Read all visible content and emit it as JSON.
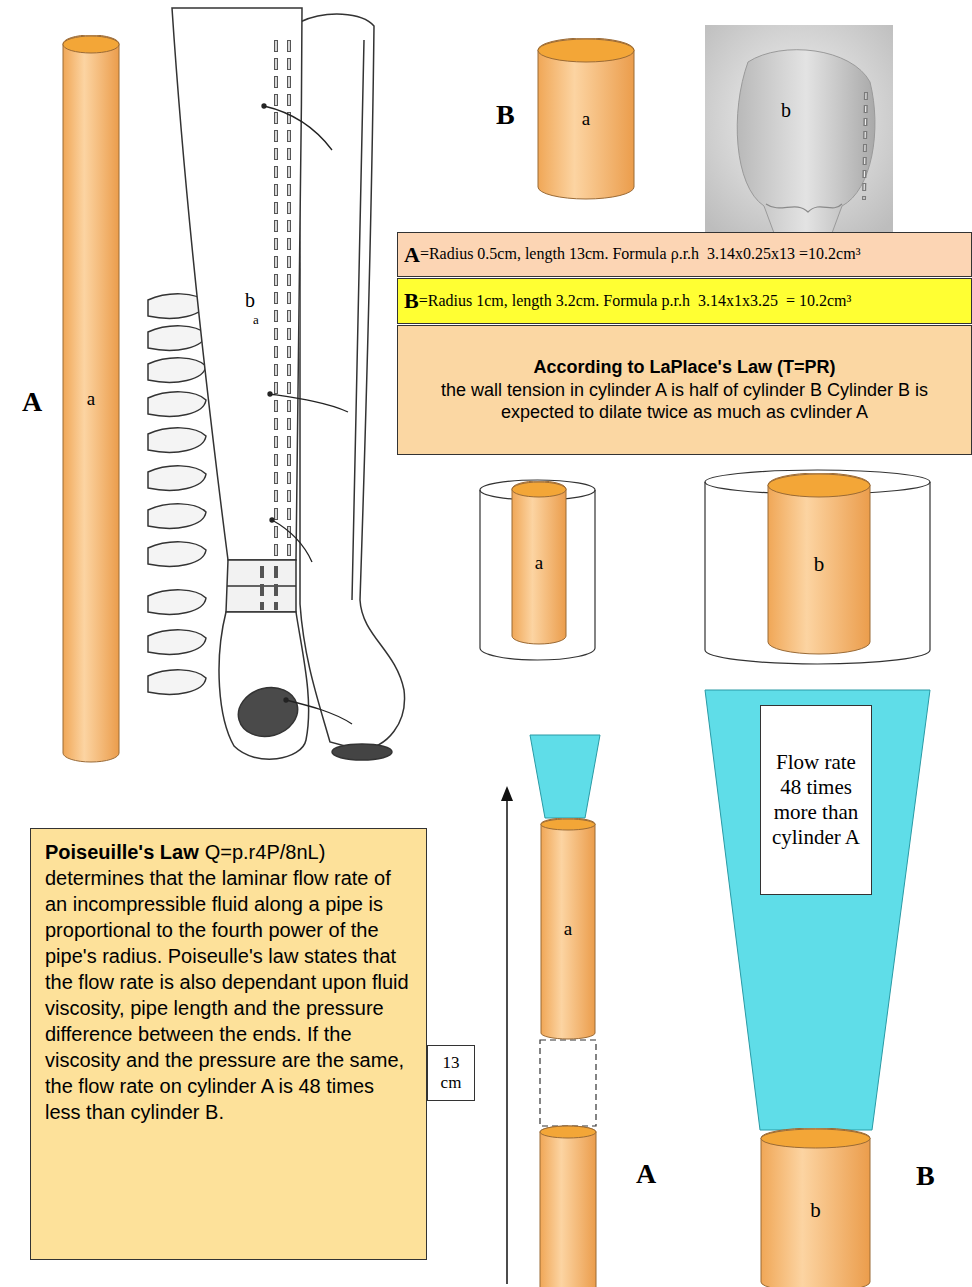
{
  "diagram": {
    "nodes": [
      {
        "text": [
          "a"
        ]
      },
      {
        "text": [
          "a"
        ]
      },
      {
        "text": [
          "A",
          "=Radius 0.5cm, length 13cm. Formula ρ.r.h  3.14x0.25x13 =10.2cm³"
        ]
      },
      {
        "text": [
          "B",
          "=Radius 1cm, length 3.2cm. Formula p.r.h  3.14x1x3.25  = 10.2cm³"
        ]
      },
      {
        "text": [
          "According to LaPlace's Law (T=PR)",
          "the wall tension in cylinder A is half of cylinder B Cylinder B is expected to dilate twice as much as cvlinder A"
        ]
      },
      {
        "text": [
          "a"
        ]
      },
      {
        "text": [
          "b"
        ]
      },
      {
        "text": [
          "Flow rate 48 times more than cylinder A"
        ]
      },
      {
        "text": [
          "a"
        ]
      },
      {
        "text": [
          "Poiseuille's Law",
          "Q=p.r4P/8nL) determines that the laminar flow rate of an incompressible fluid along a pipe is proportional to the fourth power of the pipe's radius. Poiseulle's law states that the flow rate is also dependant upon fluid viscosity, pipe length and the pressure difference between the ends. If the viscosity and the pressure are the same, the flow rate on cylinder A is 48 times less than cylinder B."
        ]
      },
      {
        "text": [
          "13 cm"
        ]
      },
      {
        "text": [
          "b"
        ]
      }
    ],
    "labels": [
      "A",
      "b",
      "a",
      "B",
      "b",
      "A",
      "B"
    ]
  }
}
